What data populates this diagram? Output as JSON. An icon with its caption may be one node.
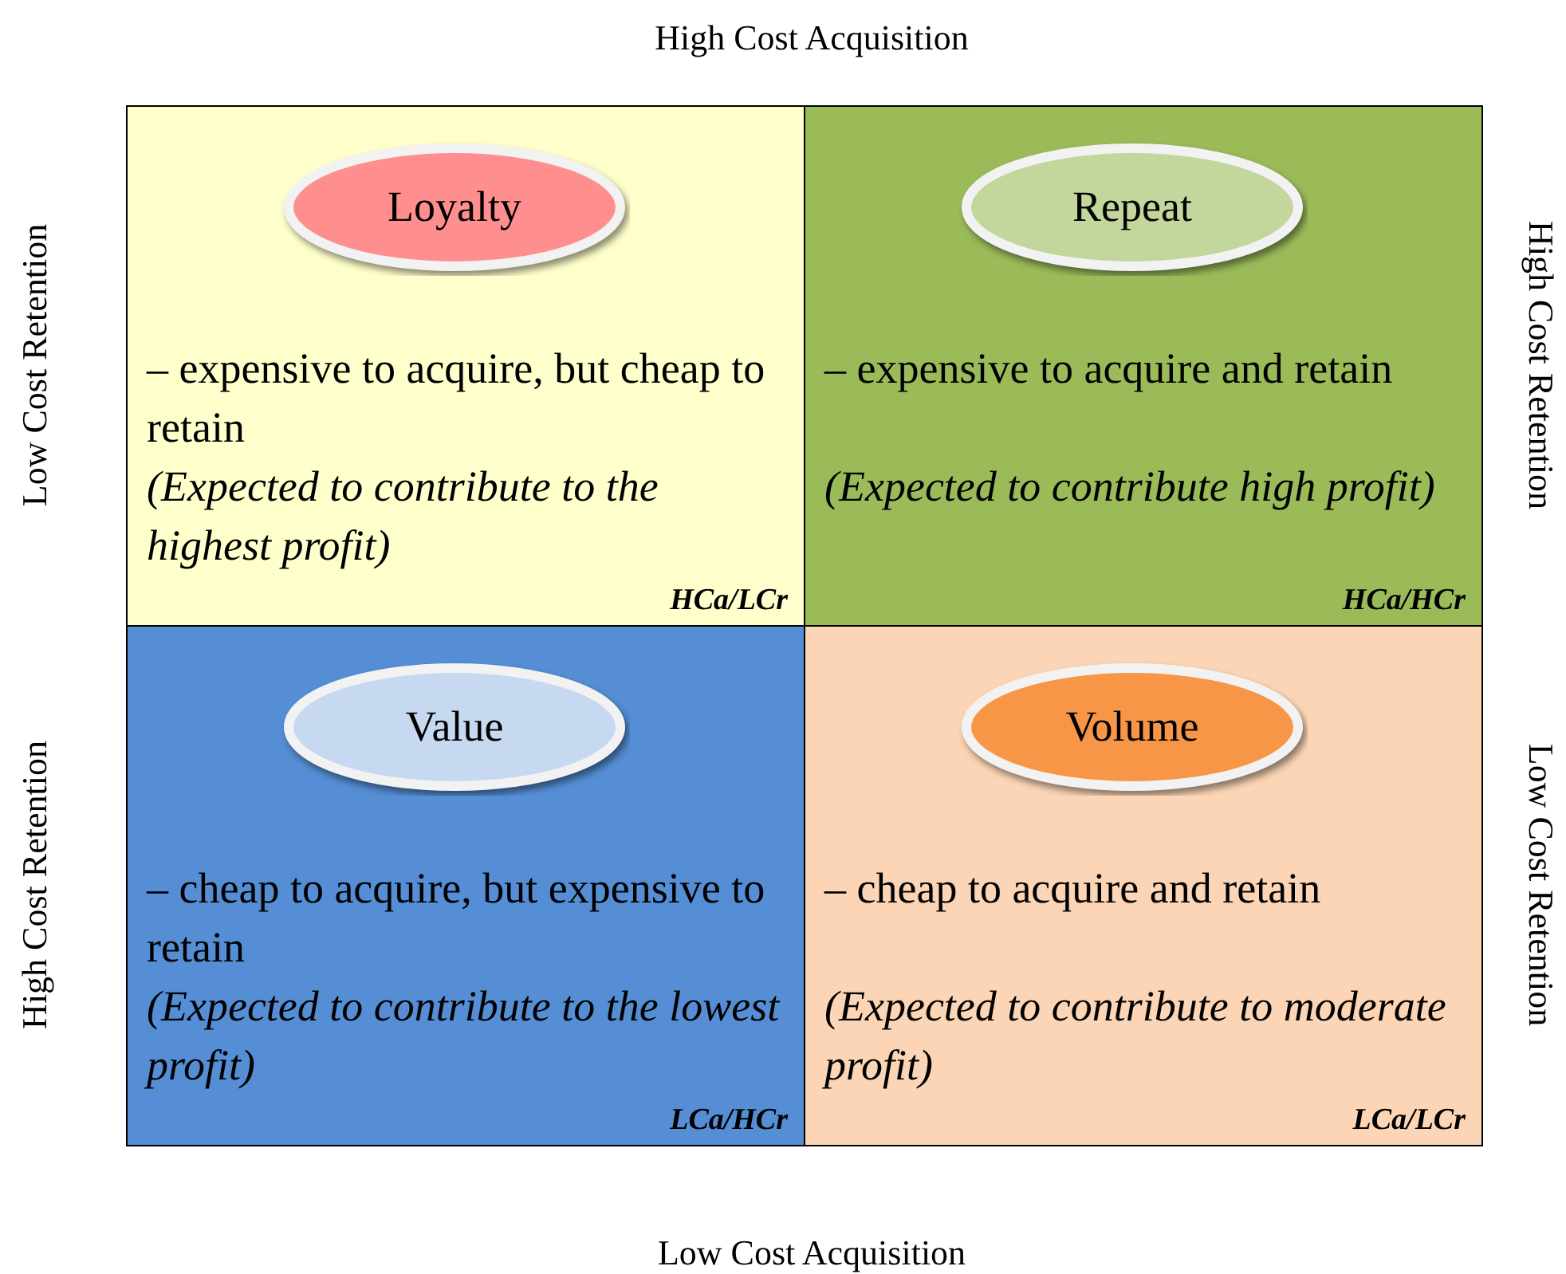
{
  "diagram": {
    "nodes": [
      {
        "text": [
          "– expensive to acquire, but cheap to retain",
          "(Expected to contribute to the highest profit)",
          "HCa/LCr"
        ]
      },
      {
        "text": [
          "Loyalty"
        ],
        "in": 0
      },
      {
        "text": [
          "– expensive to acquire and retain",
          "(Expected to contribute high profit)",
          "HCa/HCr"
        ]
      },
      {
        "text": [
          "Repeat"
        ],
        "in": 2
      },
      {
        "text": [
          "– cheap to acquire, but expensive to retain",
          "(Expected to contribute to the lowest profit)",
          "LCa/HCr"
        ]
      },
      {
        "text": [
          "Value"
        ],
        "in": 4
      },
      {
        "text": [
          "– cheap to acquire and retain",
          "(Expected to contribute to moderate profit)",
          "LCa/LCr"
        ]
      },
      {
        "text": [
          "Volume"
        ],
        "in": 6
      }
    ],
    "edges": [],
    "labels": [
      "High Cost Acquisition",
      "Low Cost Retention",
      "High Cost Retention",
      "High Cost Retention",
      "Low Cost Retention",
      "Low Cost Acquisition"
    ]
  }
}
